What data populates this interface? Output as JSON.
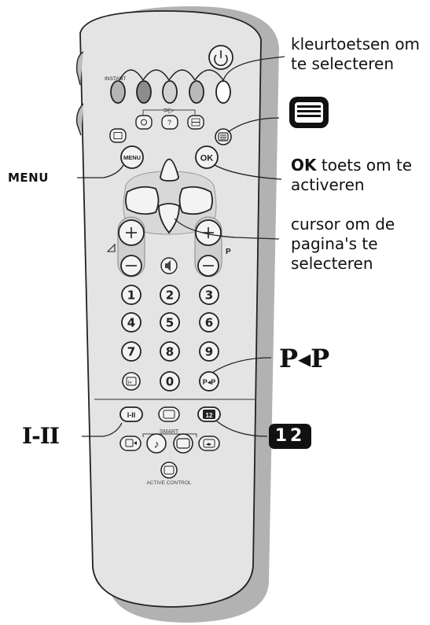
{
  "callouts": {
    "color_keys": "kleurtoetsen om te selecteren",
    "ok_key_bold": "OK",
    "ok_key_rest": "toets om te activeren",
    "cursor": "cursor om de pagina's te selecteren",
    "menu": "MENU",
    "pip": "P◂P",
    "dual": "I-II",
    "split": "12"
  },
  "remote": {
    "instant_label": "INSTANT",
    "menu_button": "MENU",
    "ok_button": "OK",
    "smart_label": "SMART",
    "active_control_label": "ACTIVE CONTROL",
    "p_label": "P",
    "pip_button": "P◂P",
    "dual_button": "I-II",
    "split_button": "12",
    "numbers": [
      "1",
      "2",
      "3",
      "4",
      "5",
      "6",
      "7",
      "8",
      "9",
      "0"
    ],
    "plus": "+",
    "minus": "−"
  },
  "colors": {
    "key_red": "#b4b4b4",
    "key_green": "#8c8c8c",
    "key_yellow": "#d2d2d2",
    "key_blue": "#b9b9b9",
    "body": "#e3e3e3",
    "shadow": "#b2b2b2"
  }
}
